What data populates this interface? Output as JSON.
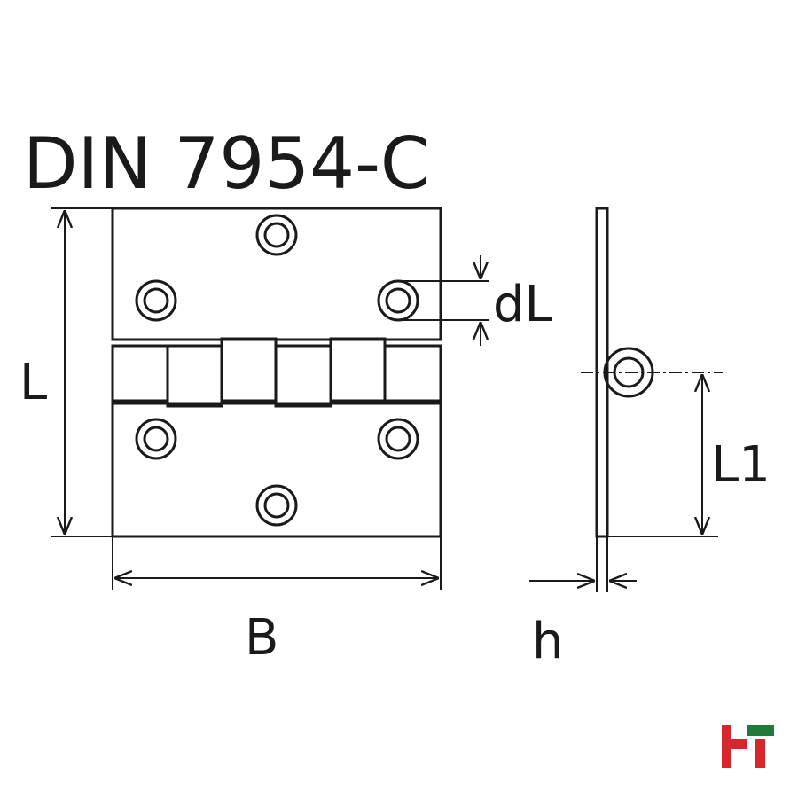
{
  "title": "DIN 7954-C",
  "dimensions": {
    "L": "L",
    "B": "B",
    "dL": "dL",
    "L1": "L1",
    "h": "h"
  },
  "logo": {
    "name": "brand-logo",
    "colors": {
      "red": "#d7262c",
      "green": "#1f7a3a"
    }
  }
}
